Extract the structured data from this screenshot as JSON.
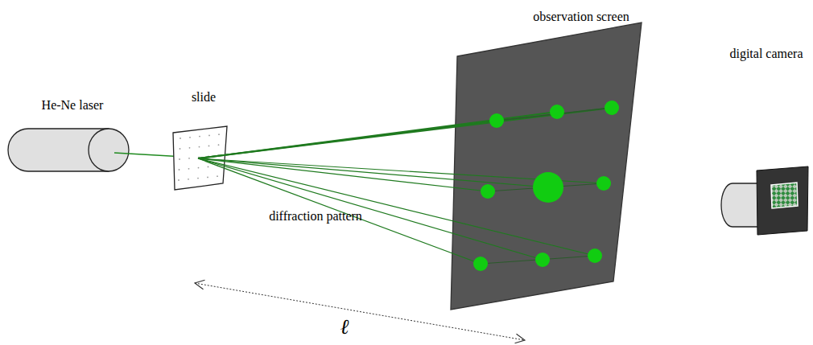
{
  "diagram": {
    "labels": [
      "He-Ne laser",
      "slide",
      "observation screen",
      "diffraction pattern",
      "digital camera",
      "ℓ"
    ]
  }
}
